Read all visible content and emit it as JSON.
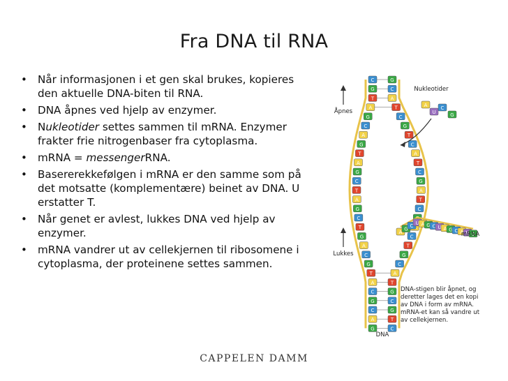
{
  "slide": {
    "title": "Fra DNA til RNA",
    "bullets": [
      {
        "parts": [
          {
            "text": "Når informasjonen i et gen skal brukes, kopieres den aktuelle DNA-biten til RNA."
          }
        ]
      },
      {
        "parts": [
          {
            "text": "DNA åpnes ved hjelp av enzymer."
          }
        ]
      },
      {
        "parts": [
          {
            "text": "N"
          },
          {
            "text": "ukleotider",
            "italic": true
          },
          {
            "text": " settes sammen til mRNA. Enzymer frakter frie nitrogenbaser fra cytoplasma."
          }
        ]
      },
      {
        "parts": [
          {
            "text": "mRNA = "
          },
          {
            "text": "messenger",
            "italic": true
          },
          {
            "text": "RNA."
          }
        ]
      },
      {
        "parts": [
          {
            "text": "Basererekkefølgen i mRNA er den samme som på det motsatte (komplementære) beinet av DNA. U erstatter T."
          }
        ]
      },
      {
        "parts": [
          {
            "text": "Når genet er avlest, lukkes DNA ved hjelp av enzymer."
          }
        ]
      },
      {
        "parts": [
          {
            "text": "mRNA vandrer ut av cellekjernen til ribosomene i cytoplasma, der proteinene settes sammen."
          }
        ]
      }
    ],
    "bullet_glyph": "•",
    "logo": "CAPPELEN DAMM"
  },
  "figure": {
    "label_open": "Åpnes",
    "label_close": "Lukkes",
    "label_nucleotides": "Nukleotider",
    "label_mrna": "mRNA",
    "label_dna": "DNA",
    "caption": "DNA-stigen blir åpnet, og deretter lages det en kopi av DNA i form av mRNA. mRNA-et kan så vandre ut av cellekjernen.",
    "left_bases": [
      "C",
      "G",
      "T",
      "A",
      "G",
      "C",
      "A",
      "G",
      "T",
      "A",
      "G",
      "C",
      "T",
      "A",
      "G",
      "C",
      "T",
      "G",
      "A",
      "C",
      "G",
      "T",
      "A",
      "C",
      "G",
      "C",
      "A",
      "G"
    ],
    "right_bases": [
      "G",
      "C",
      "A",
      "T",
      "C",
      "G",
      "T",
      "C",
      "A",
      "T",
      "C",
      "G",
      "A",
      "T",
      "C",
      "G",
      "A",
      "C",
      "T",
      "G",
      "C",
      "A",
      "T",
      "G",
      "C",
      "G",
      "T",
      "C"
    ],
    "mrna_bases": [
      "A",
      "G",
      "C",
      "U",
      "A",
      "G",
      "C",
      "U",
      "A",
      "G",
      "C",
      "A",
      "U",
      "G"
    ],
    "free_bases": [
      "A",
      "U",
      "C",
      "G"
    ],
    "colors": {
      "strand": "#e8c34a",
      "A": "#f2d248",
      "T": "#e0452d",
      "G": "#39a845",
      "C": "#3a8fd0",
      "U": "#9a6fc0",
      "arrow": "#333333",
      "mrna": "#d43d2d"
    }
  }
}
